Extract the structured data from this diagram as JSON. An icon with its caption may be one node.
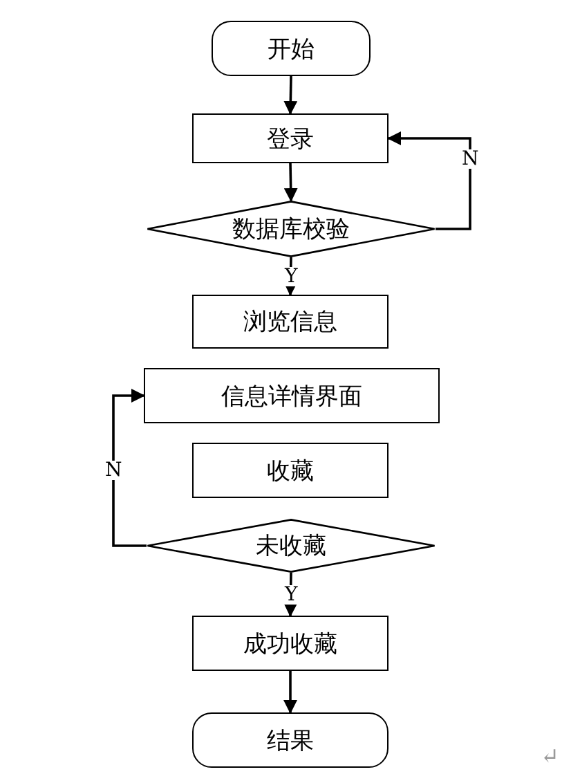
{
  "diagram": {
    "nodes": [
      {
        "text": [
          "开始"
        ]
      },
      {
        "text": [
          "登录"
        ]
      },
      {
        "text": [
          "数据库校验"
        ]
      },
      {
        "text": [
          "浏览信息"
        ]
      },
      {
        "text": [
          "信息详情界面"
        ]
      },
      {
        "text": [
          "收藏"
        ]
      },
      {
        "text": [
          "未收藏"
        ]
      },
      {
        "text": [
          "成功收藏"
        ]
      },
      {
        "text": [
          "结果"
        ]
      }
    ],
    "edges": [
      {
        "from": 0,
        "to": 1,
        "arrow": "to"
      },
      {
        "from": 1,
        "to": 2,
        "arrow": "to"
      },
      {
        "from": 2,
        "to": 1,
        "arrow": "to",
        "label": "N"
      },
      {
        "from": 2,
        "to": 3,
        "arrow": "to",
        "label": "Y"
      },
      {
        "from": 6,
        "to": 4,
        "arrow": "to",
        "label": "N"
      },
      {
        "from": 6,
        "to": 7,
        "arrow": "to",
        "label": "Y"
      },
      {
        "from": 7,
        "to": 8,
        "arrow": "to"
      }
    ],
    "labels": [
      "↵"
    ]
  }
}
